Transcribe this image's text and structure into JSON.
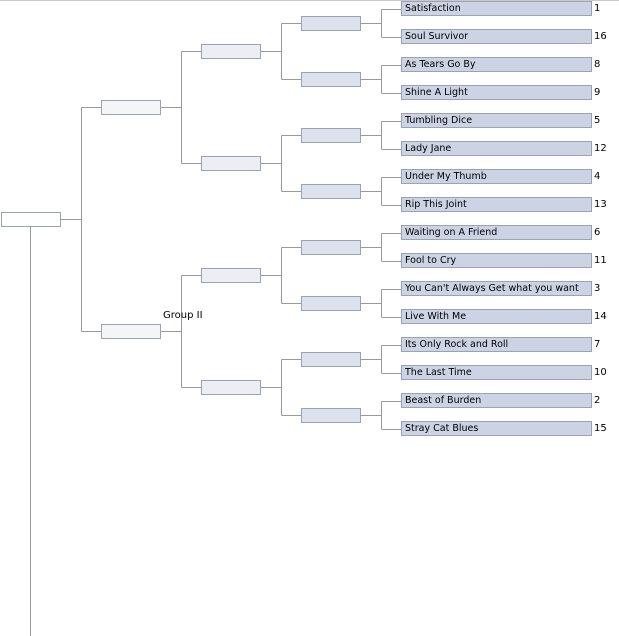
{
  "bracket": {
    "group_label": "Group II",
    "entries": [
      {
        "title": "Satisfaction",
        "seed": "1"
      },
      {
        "title": "Soul Survivor",
        "seed": "16"
      },
      {
        "title": "As Tears Go By",
        "seed": "8"
      },
      {
        "title": "Shine A Light",
        "seed": "9"
      },
      {
        "title": "Tumbling Dice",
        "seed": "5"
      },
      {
        "title": "Lady Jane",
        "seed": "12"
      },
      {
        "title": "Under My Thumb",
        "seed": "4"
      },
      {
        "title": "Rip This Joint",
        "seed": "13"
      },
      {
        "title": "Waiting on A Friend",
        "seed": "6"
      },
      {
        "title": "Fool to Cry",
        "seed": "11"
      },
      {
        "title": "You Can't Always Get what you want",
        "seed": "3"
      },
      {
        "title": "Live With Me",
        "seed": "14"
      },
      {
        "title": "Its Only Rock and Roll",
        "seed": "7"
      },
      {
        "title": "The Last Time",
        "seed": "10"
      },
      {
        "title": "Beast of Burden",
        "seed": "2"
      },
      {
        "title": "Stray Cat Blues",
        "seed": "15"
      }
    ],
    "colors": {
      "entry_fill": "#ccd3e5",
      "slot_border": "#9aa2b4",
      "connector_line": "#9a9a9a"
    }
  }
}
